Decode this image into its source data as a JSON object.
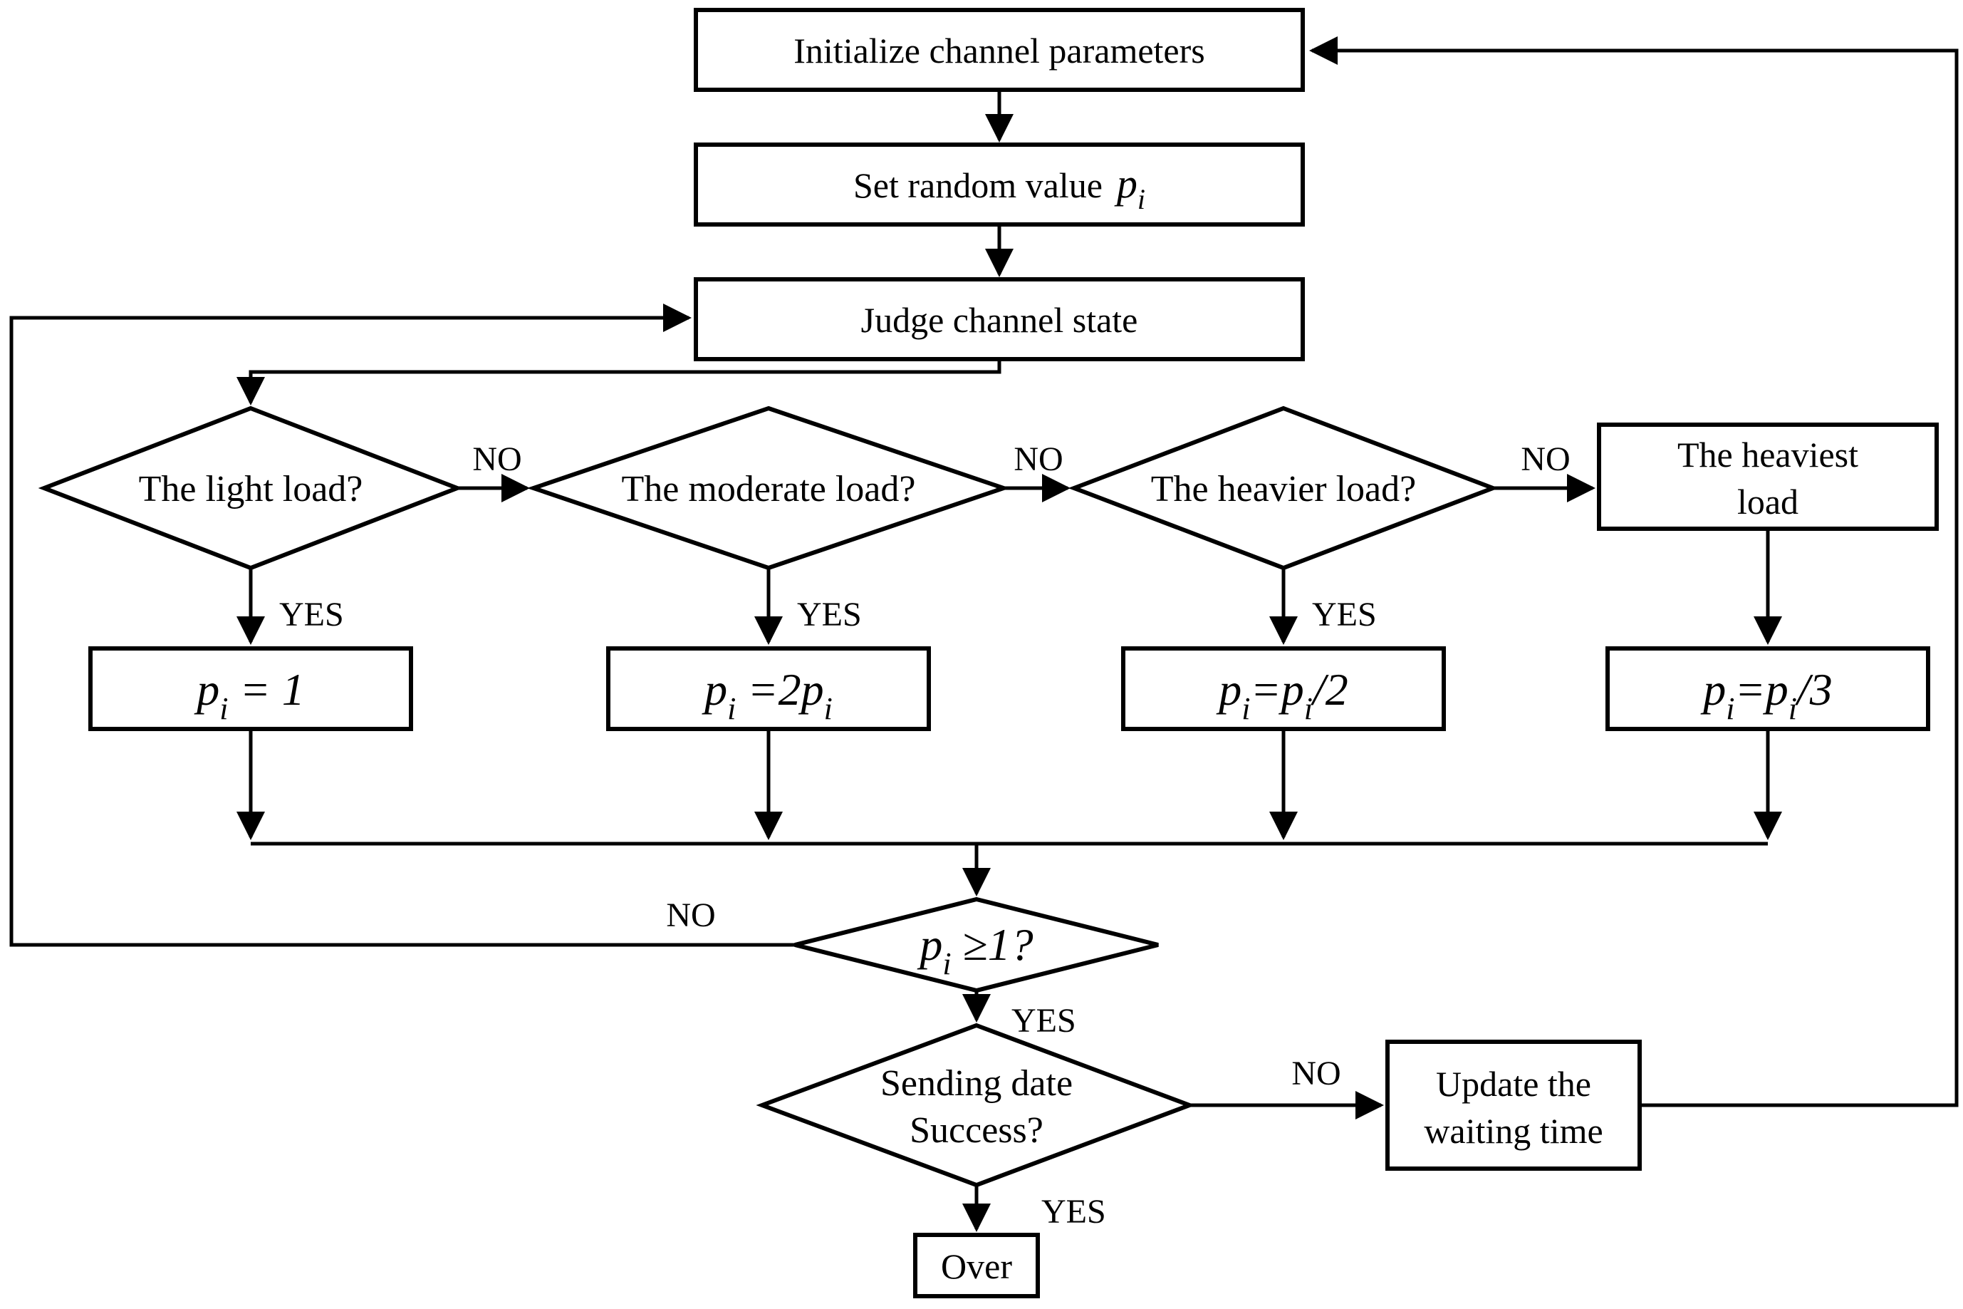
{
  "diagram": {
    "background": "#ffffff",
    "ink": "#000000",
    "nodes": {
      "init": {
        "label": "Initialize channel parameters"
      },
      "set_random": {
        "prefix": "Set random value",
        "p": "p",
        "sub": "i"
      },
      "judge": {
        "label": "Judge channel state"
      },
      "light": {
        "label": "The light load?"
      },
      "moderate": {
        "label": "The moderate load?"
      },
      "heavier": {
        "label": "The heavier load?"
      },
      "heaviest": {
        "line1": "The heaviest",
        "line2": "load"
      },
      "p_set_one": {
        "p": "p",
        "sub": "i",
        "rest": " = 1"
      },
      "p_double": {
        "p": "p",
        "sub": "i",
        "eq": " =2",
        "p2": "p",
        "sub2": "i"
      },
      "p_half": {
        "p": "p",
        "sub": "i",
        "eq": "=",
        "p2": "p",
        "sub2": "i",
        "rest": "/2"
      },
      "p_third": {
        "p": "p",
        "sub": "i",
        "eq": "=",
        "p2": "p",
        "sub2": "i",
        "rest": "/3"
      },
      "p_ge_one": {
        "p": "p",
        "sub": "i",
        "rest": " ≥1?"
      },
      "sending": {
        "line1": "Sending date",
        "line2": "Success?"
      },
      "update": {
        "line1": "Update the",
        "line2": "waiting time"
      },
      "over": {
        "label": "Over"
      }
    },
    "edge_labels": {
      "light_no": "NO",
      "light_yes": "YES",
      "moderate_no": "NO",
      "moderate_yes": "YES",
      "heavier_no": "NO",
      "heavier_yes": "YES",
      "p_ge_one_no": "NO",
      "p_ge_one_yes": "YES",
      "sending_no": "NO",
      "sending_yes": "YES"
    }
  }
}
